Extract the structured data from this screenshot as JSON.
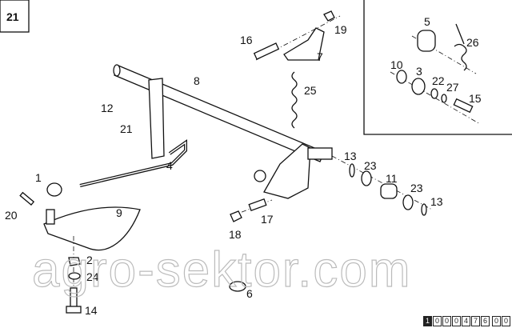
{
  "figure_number": "21",
  "watermark": "agro-sektor.com",
  "document_code": [
    "1",
    "0",
    "0",
    "0",
    "4",
    "7",
    "6",
    "0",
    "0"
  ],
  "part_labels": {
    "p1": "1",
    "p2": "2",
    "p3": "3",
    "p4": "4",
    "p5": "5",
    "p6": "6",
    "p7": "7",
    "p8": "8",
    "p9": "9",
    "p10": "10",
    "p11": "11",
    "p12": "12",
    "p13a": "13",
    "p13b": "13",
    "p14": "14",
    "p15": "15",
    "p16": "16",
    "p17": "17",
    "p18": "18",
    "p19": "19",
    "p20": "20",
    "p21a": "21",
    "p22": "22",
    "p23a": "23",
    "p23b": "23",
    "p24": "24",
    "p25": "25",
    "p26": "26",
    "p27": "27"
  }
}
